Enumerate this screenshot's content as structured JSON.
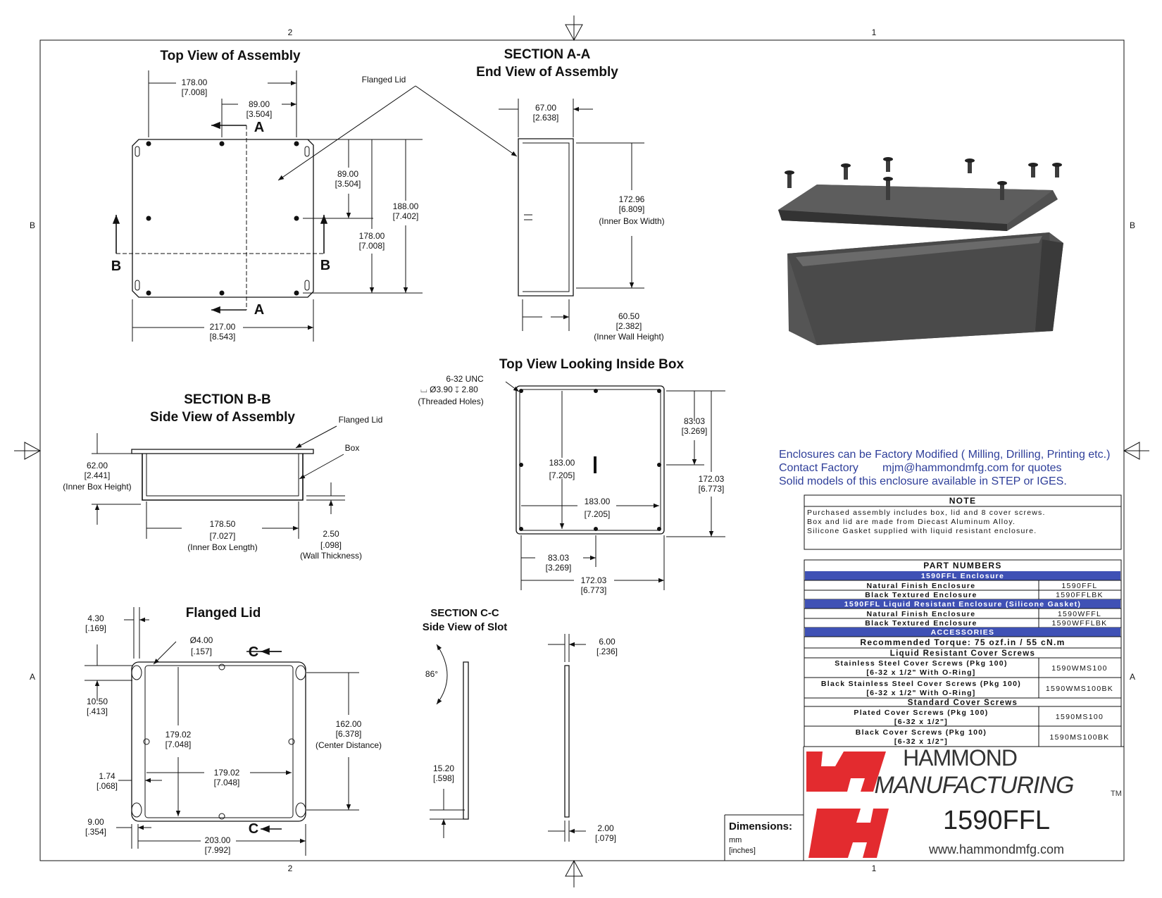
{
  "border": {
    "zone_cols": [
      "2",
      "1"
    ],
    "zone_rows": [
      "B",
      "A"
    ]
  },
  "top_view": {
    "title": "Top View of Assembly",
    "flanged_lid_callout": "Flanged Lid",
    "section_a": "A",
    "section_b": "B",
    "d1": "178.00",
    "d1i": "[7.008]",
    "d2": "89.00",
    "d2i": "[3.504]",
    "d3": "89.00",
    "d3i": "[3.504]",
    "d4": "178.00",
    "d4i": "[7.008]",
    "d5": "188.00",
    "d5i": "[7.402]",
    "d6": "217.00",
    "d6i": "[8.543]"
  },
  "section_aa": {
    "title1": "SECTION A-A",
    "title2": "End View of Assembly",
    "d1": "67.00",
    "d1i": "[2.638]",
    "d2": "172.96",
    "d2i": "[6.809]",
    "d2l": "(Inner Box Width)",
    "d3": "60.50",
    "d3i": "[2.382]",
    "d3l": "(Inner Wall Height)"
  },
  "section_bb": {
    "title1": "SECTION B-B",
    "title2": "Side View of Assembly",
    "lid_callout": "Flanged Lid",
    "box_callout": "Box",
    "d1": "62.00",
    "d1i": "[2.441]",
    "d1l": "(Inner Box Height)",
    "d2": "178.50",
    "d2i": "[7.027]",
    "d2l": "(Inner Box Length)",
    "d3": "2.50",
    "d3i": "[.098]",
    "d3l": "(Wall Thickness)"
  },
  "inside_view": {
    "title": "Top View Looking Inside Box",
    "hole1": "6-32 UNC",
    "hole2": "⌴ Ø3.90 ↧ 2.80",
    "hole3": "(Threaded Holes)",
    "d1": "183.00",
    "d1i": "[7.205]",
    "d2": "183.00",
    "d2i": "[7.205]",
    "d3": "83.03",
    "d3i": "[3.269]",
    "d4": "172.03",
    "d4i": "[6.773]",
    "d5": "83.03",
    "d5i": "[3.269]",
    "d6": "172.03",
    "d6i": "[6.773]"
  },
  "flanged_lid": {
    "title": "Flanged Lid",
    "section_c": "C",
    "d1": "4.30",
    "d1i": "[.169]",
    "d2": "Ø4.00",
    "d2i": "[.157]",
    "d3": "10.50",
    "d3i": "[.413]",
    "d4": "179.02",
    "d4i": "[7.048]",
    "d5": "179.02",
    "d5i": "[7.048]",
    "d6": "162.00",
    "d6i": "[6.378]",
    "d6l": "(Center Distance)",
    "d7": "1.74",
    "d7i": "[.068]",
    "d8": "9.00",
    "d8i": "[.354]",
    "d9": "203.00",
    "d9i": "[7.992]"
  },
  "section_cc": {
    "title1": "SECTION C-C",
    "title2": "Side View of Slot",
    "angle": "86°",
    "d1": "15.20",
    "d1i": "[.598]",
    "d2": "6.00",
    "d2i": "[.236]",
    "d3": "2.00",
    "d3i": "[.079]"
  },
  "info": {
    "line1": "Enclosures can be Factory Modified ( Milling, Drilling, Printing etc.)",
    "line2a": "Contact Factory",
    "line2b": "mjm@hammondmfg.com for quotes",
    "line3": "Solid models of this enclosure available in STEP or IGES."
  },
  "note": {
    "header": "NOTE",
    "lines": [
      "Purchased assembly includes box, lid and 8 cover screws.",
      "Box and lid are made from Diecast Aluminum Alloy.",
      "Silicone Gasket supplied with liquid resistant enclosure."
    ]
  },
  "parts": {
    "header": "PART NUMBERS",
    "g1": "1590FFL Enclosure",
    "r1": "Natural Finish Enclosure",
    "p1": "1590FFL",
    "r2": "Black Textured Enclosure",
    "p2": "1590FFLBK",
    "g2": "1590FFL Liquid Resistant Enclosure (Silicone Gasket)",
    "r3": "Natural Finish Enclosure",
    "p3": "1590WFFL",
    "r4": "Black Textured Enclosure",
    "p4": "1590WFFLBK",
    "g3": "ACCESSORIES",
    "torque": "Recommended Torque: 75 ozf.in / 55 cN.m",
    "h1": "Liquid Resistant Cover Screws",
    "r5a": "Stainless Steel Cover Screws (Pkg 100)",
    "r5b": "[6-32 x 1/2\" With O-Ring]",
    "p5": "1590WMS100",
    "r6a": "Black Stainless Steel Cover Screws (Pkg 100)",
    "r6b": "[6-32 x 1/2\" With O-Ring]",
    "p6": "1590WMS100BK",
    "h2": "Standard Cover Screws",
    "r7a": "Plated Cover Screws (Pkg 100)",
    "r7b": "[6-32 x 1/2\"]",
    "p7": "1590MS100",
    "r8a": "Black Cover Screws (Pkg 100)",
    "r8b": "[6-32 x 1/2\"]",
    "p8": "1590MS100BK"
  },
  "title_block": {
    "brand1": "HAMMOND",
    "brand2": "MANUFACTURING",
    "tm": "TM",
    "part": "1590FFL",
    "url": "www.hammondmfg.com",
    "dims_label": "Dimensions:",
    "unit1": "mm",
    "unit2": "[inches]"
  },
  "colors": {
    "accent_blue": "#3f51b5",
    "text_blue": "#2f3f9a",
    "logo_red": "#e32b2f"
  }
}
